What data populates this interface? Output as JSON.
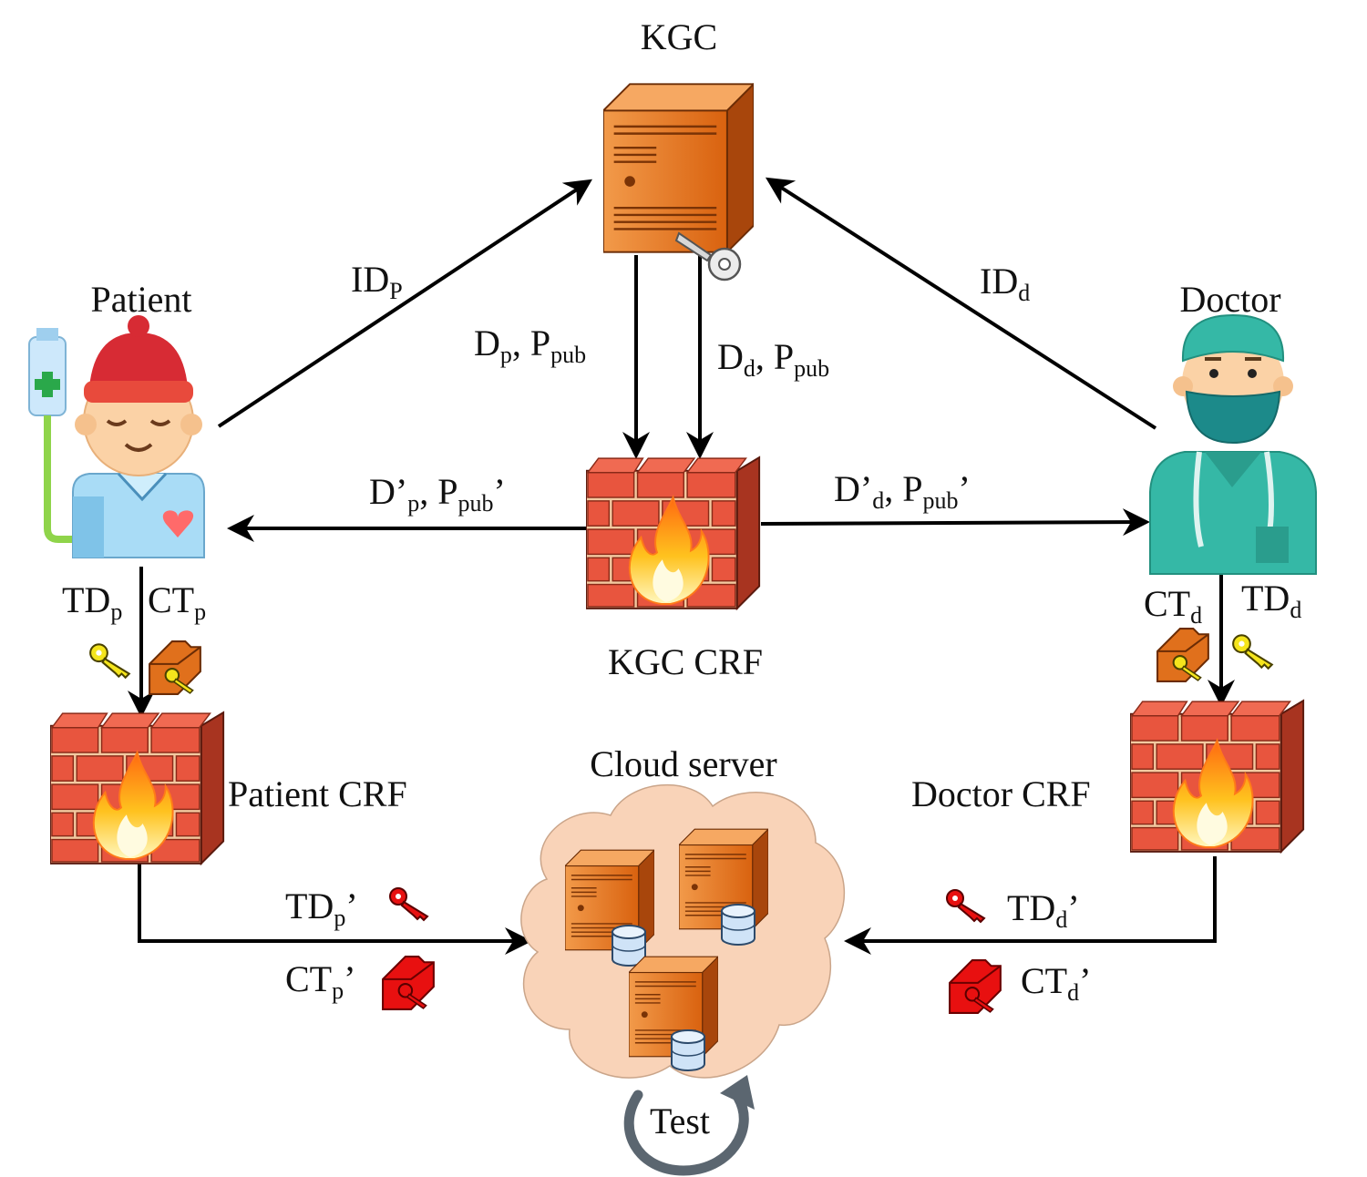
{
  "nodes": {
    "kgc": "KGC",
    "patient": "Patient",
    "doctor": "Doctor",
    "kgc_crf": "KGC CRF",
    "patient_crf": "Patient CRF",
    "doctor_crf": "Doctor CRF",
    "cloud": "Cloud server",
    "test": "Test"
  },
  "edges": {
    "id_p": {
      "base": "ID",
      "sub": "P"
    },
    "id_d": {
      "base": "ID",
      "sub": "d"
    },
    "dp_base": "D",
    "dp_sub": "p",
    "dp_mid": ", P",
    "dp_sub2": "pub",
    "dd_base": "D",
    "dd_sub": "d",
    "dd_mid": ", P",
    "dd_sub2": "pub",
    "dpp_base": "D’",
    "dpp_sub": "p",
    "dpp_mid": ", P",
    "dpp_sub2": "pub",
    "dpp_end": "’",
    "ddp_base": "D’",
    "ddp_sub": "d",
    "ddp_mid": ", P",
    "ddp_sub2": "pub",
    "ddp_end": "’",
    "td_p": {
      "base": "TD",
      "sub": "p"
    },
    "ct_p": {
      "base": "CT",
      "sub": "p"
    },
    "ct_d": {
      "base": "CT",
      "sub": "d"
    },
    "td_d": {
      "base": "TD",
      "sub": "d"
    },
    "tdp_prime": {
      "base": "TD",
      "sub": "p",
      "end": "’"
    },
    "ctp_prime": {
      "base": "CT",
      "sub": "p",
      "end": "’"
    },
    "tdd_prime": {
      "base": "TD",
      "sub": "d",
      "end": "’"
    },
    "ctd_prime": {
      "base": "CT",
      "sub": "d",
      "end": "’"
    }
  },
  "colors": {
    "server": "#e0701c",
    "server_dark": "#8a3a08",
    "brick": "#e8553e",
    "mortar": "#f3c9a0",
    "flame": "#ffb21c",
    "cloud_fill": "#f9d3b8",
    "key_yellow": "#f5e51c",
    "key_red": "#e81010",
    "arrow": "#000000",
    "cycle": "#5b6670"
  },
  "icons": [
    "server-icon",
    "key-icon",
    "firewall-icon",
    "patient-icon",
    "doctor-icon",
    "cloud-icon",
    "database-icon",
    "locked-folder-icon",
    "cycle-arrow-icon"
  ]
}
